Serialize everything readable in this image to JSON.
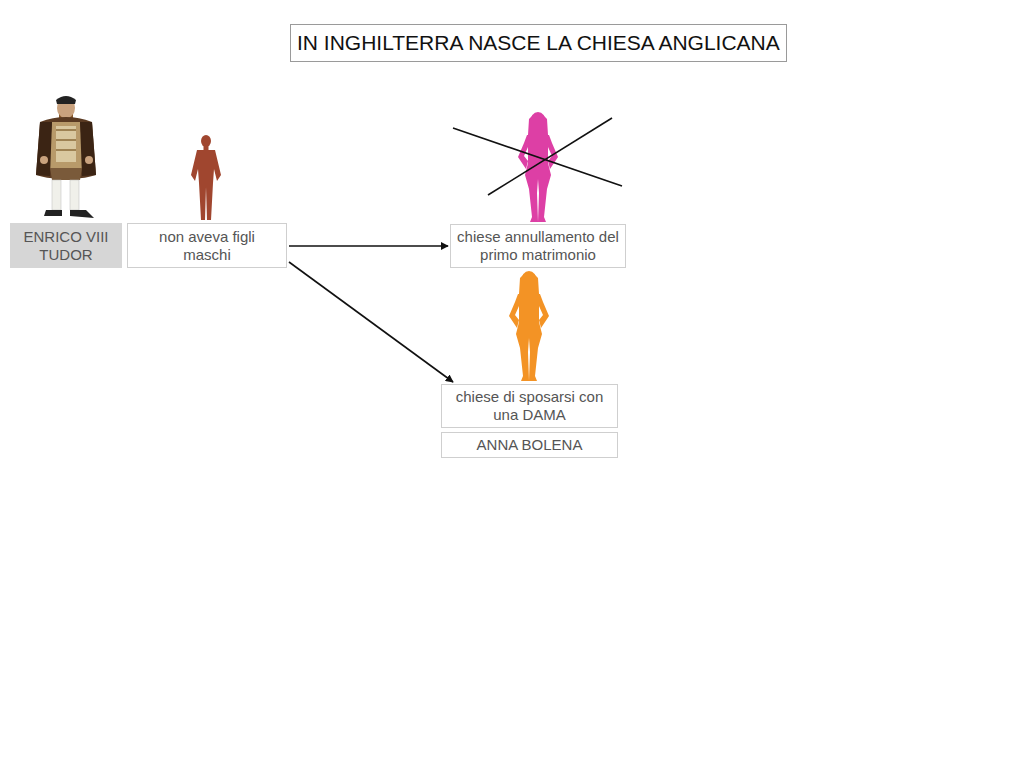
{
  "diagram": {
    "title": "IN INGHILTERRA NASCE LA CHIESA ANGLICANA",
    "nodes": [
      {
        "text": [
          "ENRICO VIII TUDOR"
        ]
      },
      {
        "text": [
          "non aveva figli maschi"
        ]
      },
      {
        "text": [
          "chiese annullamento del primo matrimonio"
        ]
      },
      {
        "text": [
          "chiese di sposarsi con una DAMA"
        ]
      },
      {
        "text": [
          "ANNA BOLENA"
        ]
      }
    ],
    "edges": [
      {
        "from": 1,
        "to": 2,
        "arrow": "to"
      },
      {
        "from": 1,
        "to": 3,
        "arrow": "to"
      }
    ]
  }
}
